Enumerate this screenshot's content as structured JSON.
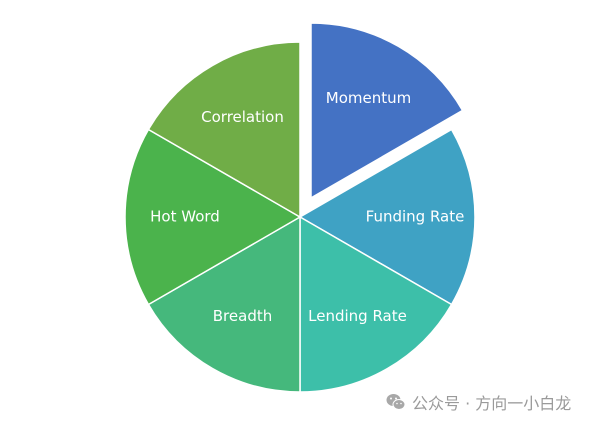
{
  "chart_data": {
    "type": "pie",
    "title": "",
    "slices": [
      {
        "label": "Momentum",
        "value": 1,
        "color": "#4472c4",
        "exploded": true
      },
      {
        "label": "Funding Rate",
        "value": 1,
        "color": "#3fa2c4",
        "exploded": false
      },
      {
        "label": "Lending Rate",
        "value": 1,
        "color": "#3dbfa9",
        "exploded": false
      },
      {
        "label": "Breadth",
        "value": 1,
        "color": "#45b87c",
        "exploded": false
      },
      {
        "label": "Hot Word",
        "value": 1,
        "color": "#4bb34c",
        "exploded": false
      },
      {
        "label": "Correlation",
        "value": 1,
        "color": "#70ad47",
        "exploded": false
      }
    ],
    "legend": "none"
  },
  "watermark": {
    "icon": "wechat-icon",
    "text": "公众号 · 方向一小白龙"
  }
}
